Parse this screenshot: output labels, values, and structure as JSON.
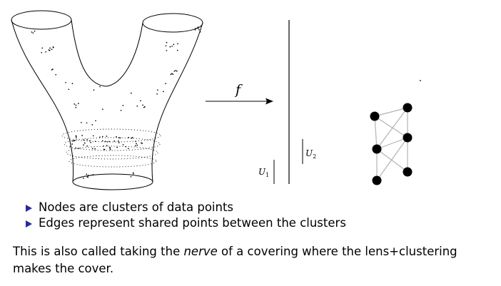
{
  "diagram": {
    "arrow_label": "f",
    "cover_sets": [
      {
        "label": "U",
        "subscript": "1"
      },
      {
        "label": "U",
        "subscript": "2"
      }
    ]
  },
  "bullets": [
    {
      "text": "Nodes are clusters of data points"
    },
    {
      "text": "Edges represent shared points between the clusters"
    }
  ],
  "paragraph": {
    "before": "This is also called taking the ",
    "emphasis": "nerve",
    "after": " of a covering where the lens+clustering makes the cover."
  },
  "colors": {
    "bullet": "#2b2b8f",
    "graph_edge": "#b3b3b3",
    "node": "#000000"
  }
}
